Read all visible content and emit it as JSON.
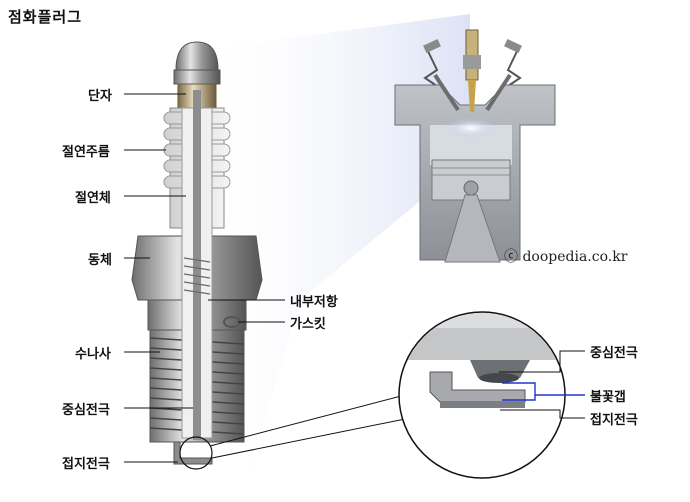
{
  "title": "점화플러그",
  "copyright": "ⓒ doopedia.co.kr",
  "labels_left": {
    "terminal": "단자",
    "insulator_ribs": "절연주름",
    "insulator": "절연체",
    "shell": "동체",
    "thread": "수나사",
    "center_electrode": "중심전극",
    "ground_electrode": "접지전극"
  },
  "labels_right": {
    "internal_resistor": "내부저항",
    "gasket": "가스킷"
  },
  "detail_labels": {
    "center_electrode": "중심전극",
    "spark_gap": "불꽃갭",
    "ground_electrode": "접지전극"
  },
  "colors": {
    "accent_line": "#2233cc",
    "leader_line": "#111111",
    "cone": "#c9d3ef"
  }
}
